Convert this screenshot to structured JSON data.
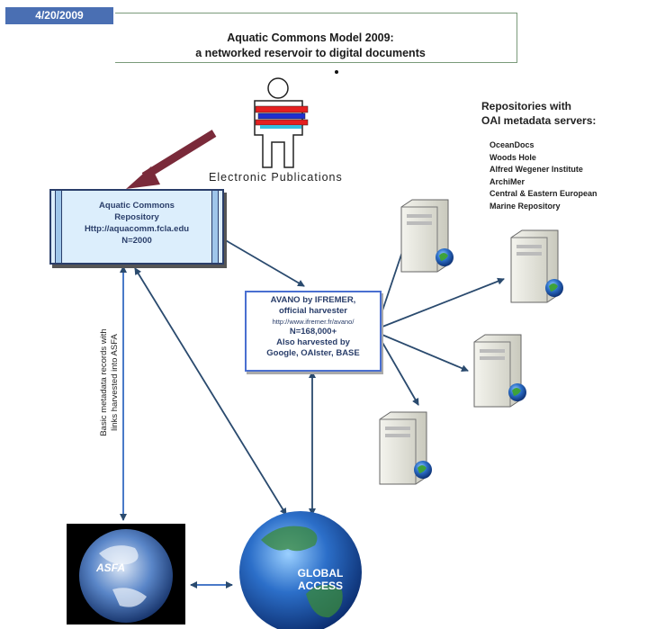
{
  "date": "4/20/2009",
  "title": {
    "line1": "Aquatic Commons Model 2009:",
    "line2": "a networked reservoir to digital documents"
  },
  "publications_label": "Electronic Publications",
  "repositories": {
    "heading_line1": "Repositories with",
    "heading_line2": "OAI metadata servers:",
    "items": [
      "OceanDocs",
      "Woods Hole",
      "Alfred Wegener Institute",
      "ArchiMer",
      "Central & Eastern European",
      "Marine Repository"
    ]
  },
  "aquatic_commons": {
    "line1": "Aquatic Commons",
    "line2": "Repository",
    "url": "Http://aquacomm.fcla.edu",
    "count": "N=2000"
  },
  "avano": {
    "line1": "AVANO by IFREMER,",
    "line2": "official harvester",
    "url": "http://www.ifremer.fr/avano/",
    "count": "N=168,000+",
    "line5": "Also harvested by",
    "line6": "Google, OAIster, BASE"
  },
  "asfa_label": "ASFA",
  "global_access": {
    "line1": "GLOBAL",
    "line2": "ACCESS"
  },
  "vertical_label": {
    "line1": "Basic metadata records with",
    "line2": "links harvested into ASFA"
  },
  "colors": {
    "badge": "#4a6fb3",
    "arrow": "#2a4a6e",
    "pub_arrow": "#7a2a3a",
    "ac_fill": "#dceefc",
    "avano_border": "#4a6fd0"
  }
}
